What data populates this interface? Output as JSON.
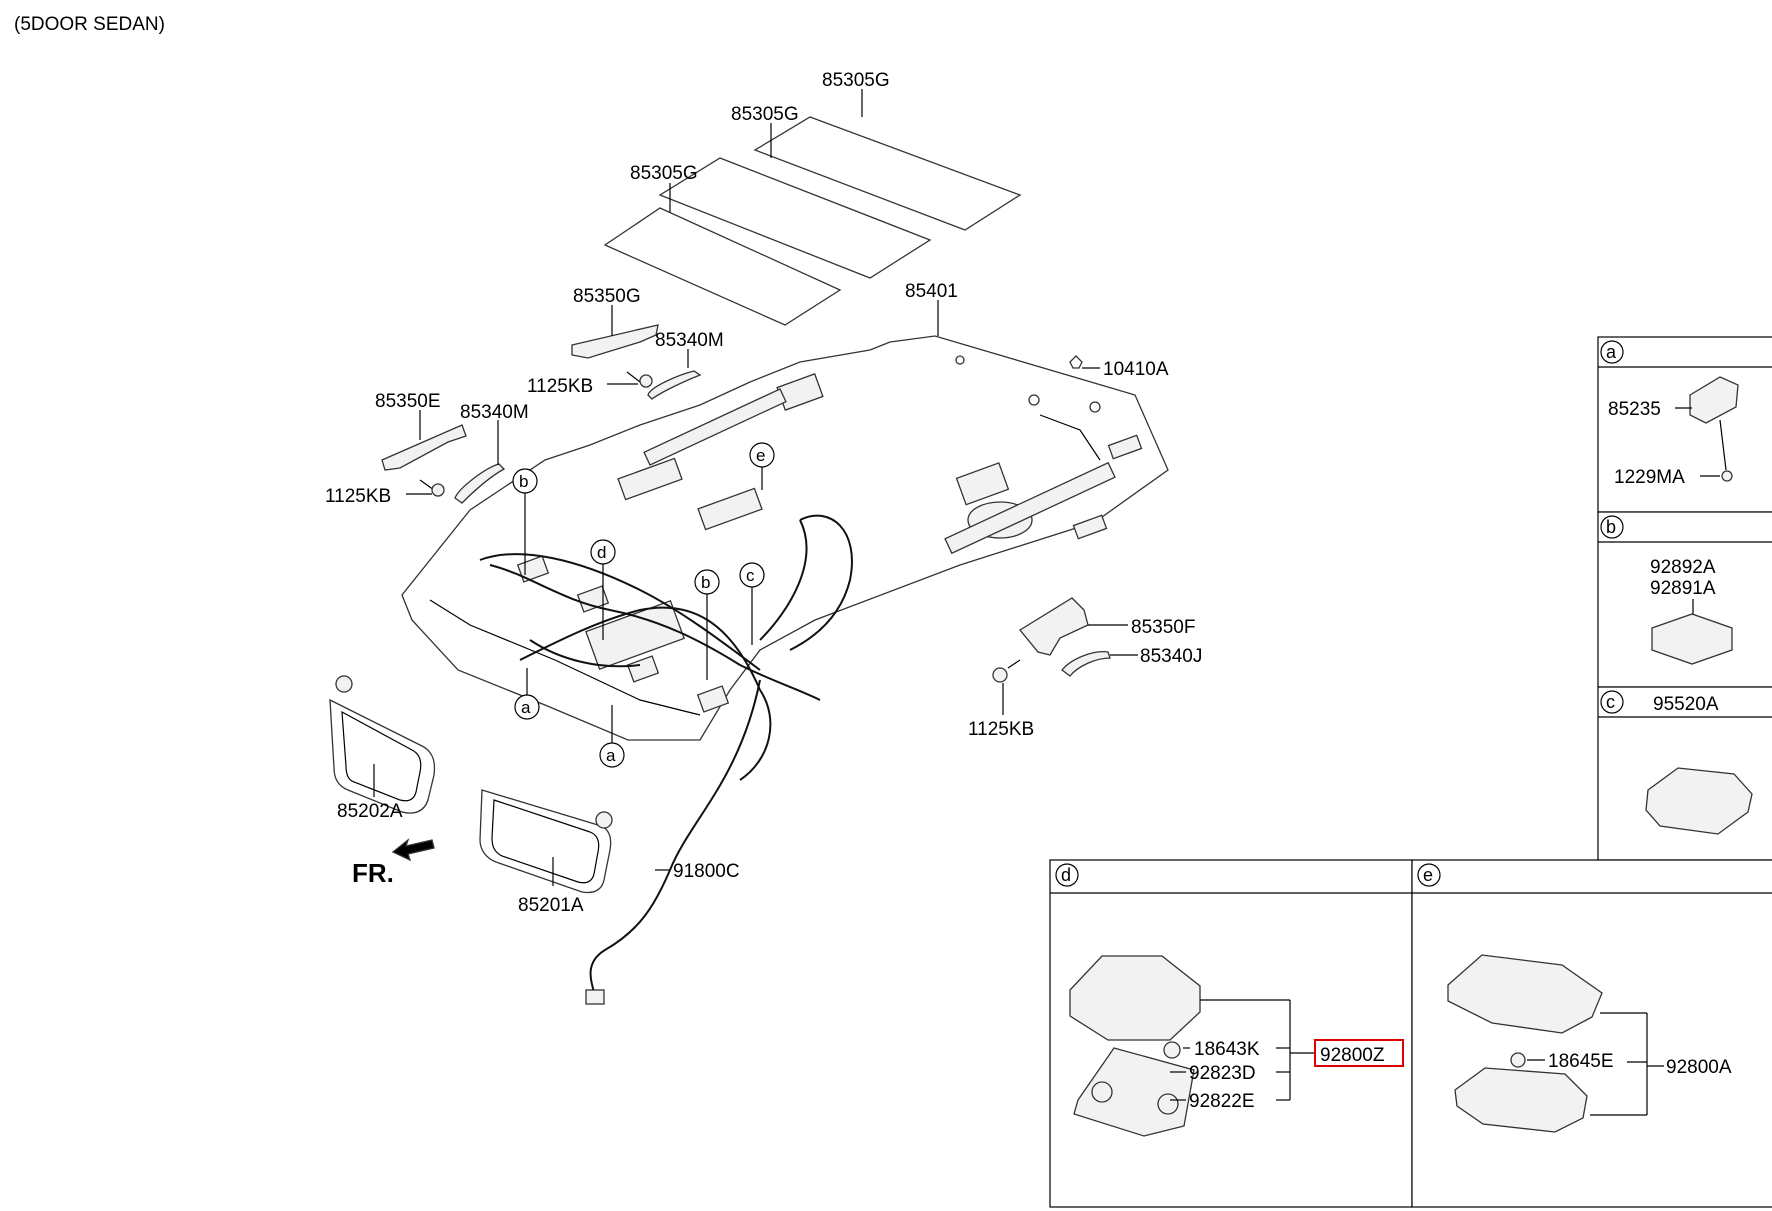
{
  "header": {
    "variant": "(5DOOR SEDAN)"
  },
  "labels": {
    "p85305G_a": "85305G",
    "p85305G_b": "85305G",
    "p85305G_c": "85305G",
    "p85350G": "85350G",
    "p85340M_a": "85340M",
    "p1125KB_a": "1125KB",
    "p85350E": "85350E",
    "p85340M_b": "85340M",
    "p1125KB_b": "1125KB",
    "p85401": "85401",
    "p10410A": "10410A",
    "p85350F": "85350F",
    "p85340J": "85340J",
    "p1125KB_c": "1125KB",
    "p85202A": "85202A",
    "p85201A": "85201A",
    "p91800C": "91800C",
    "fr": "FR."
  },
  "callouts": {
    "a": "a",
    "b": "b",
    "c": "c",
    "d": "d",
    "e": "e"
  },
  "panels": {
    "a": {
      "tag": "a",
      "parts": [
        "85235",
        "1229MA"
      ]
    },
    "b": {
      "tag": "b",
      "parts": [
        "92892A",
        "92891A"
      ]
    },
    "c": {
      "tag": "c",
      "parts": [
        "95520A"
      ]
    },
    "d": {
      "tag": "d",
      "parts": [
        "18643K",
        "92823D",
        "92822E"
      ],
      "assembly": "92800Z"
    },
    "e": {
      "tag": "e",
      "parts": [
        "18645E"
      ],
      "assembly": "92800A"
    }
  },
  "colors": {
    "highlight": "#e00000",
    "line": "#000000"
  }
}
